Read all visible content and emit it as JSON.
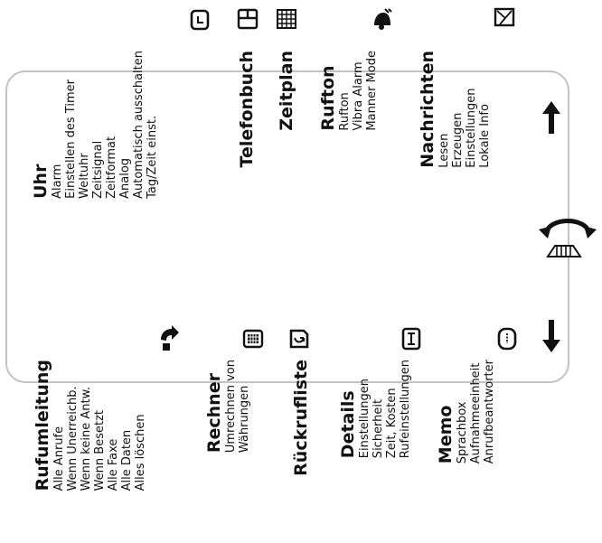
{
  "sections": {
    "nachrichten": {
      "title": "Nachrichten",
      "icon": "envelope-icon",
      "items": [
        "Lesen",
        "Erzeugen",
        "Einstellungen",
        "Lokale Info"
      ]
    },
    "rufton": {
      "title": "Rufton",
      "icon": "bell-icon",
      "items": [
        "Rufton",
        "Vibra Alarm",
        "Manner Mode"
      ]
    },
    "zeitplan": {
      "title": "Zeitplan",
      "icon": "calendar-icon",
      "items": []
    },
    "telefonbuch": {
      "title": "Telefonbuch",
      "icon": "phonebook-icon",
      "items": []
    },
    "uhr": {
      "title": "Uhr",
      "icon": "clock-icon",
      "items": [
        "Alarm",
        "Einstellen des Timer",
        "Weltuhr",
        "Zeitsignal",
        "Zeitformat",
        "Analog",
        "Automatisch ausschalten",
        "Tag/Zeit einst."
      ]
    },
    "memo": {
      "title": "Memo",
      "icon": "memo-icon",
      "items": [
        "Sprachbox",
        "Aufnahmeeinheit",
        "Anrufbeantworter"
      ]
    },
    "details": {
      "title": "Details",
      "icon": "details-icon",
      "items": [
        "Einstellungen",
        "Sicherheit",
        "Zeit, Kosten",
        "Rufeinstellungen"
      ]
    },
    "rueckrufliste": {
      "title": "Rückrufliste",
      "icon": "callback-icon",
      "items": []
    },
    "rechner": {
      "title": "Rechner",
      "icon": "calculator-icon",
      "items": [
        "Umrechnen von",
        "Währungen"
      ]
    },
    "rufumleitung": {
      "title": "Rufumleitung",
      "icon": "call-forward-icon",
      "items": [
        "Alle Anrufe",
        "Wenn Unerreichb.",
        "Wenn keine Antw.",
        "Wenn Besetzt",
        "Alle Faxe",
        "Alle Daten",
        "Alles löschen"
      ]
    }
  },
  "controls": {
    "arrow_up_icon": "arrow-up-icon",
    "arrow_down_icon": "arrow-down-icon",
    "rotate_icon": "rotate-icon",
    "jog_key_icon": "jog-key-icon"
  },
  "colors": {
    "frame": "#c2c2c2",
    "text": "#111111"
  }
}
